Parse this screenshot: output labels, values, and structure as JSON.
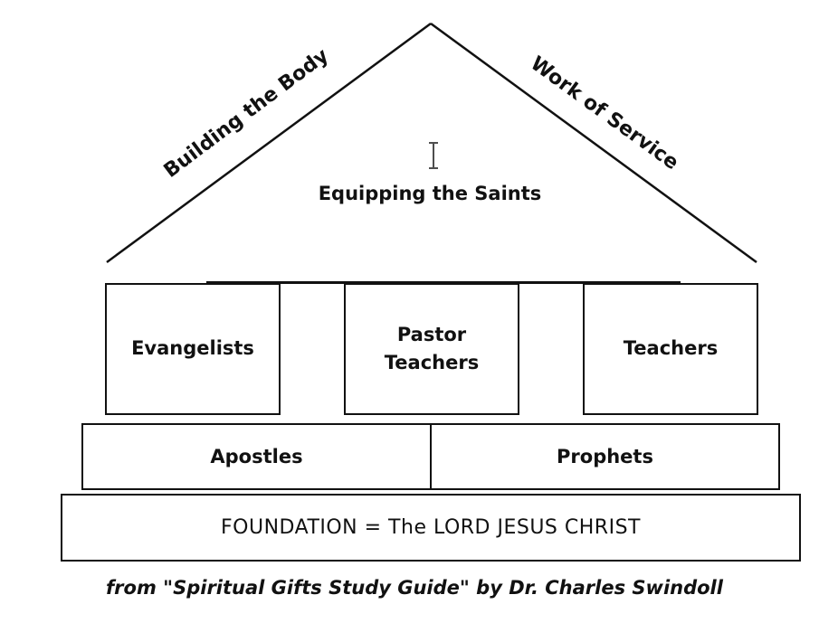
{
  "roof": {
    "left_slope": "Building the Body",
    "right_slope": "Work of Service",
    "center": "Equipping the Saints"
  },
  "columns": {
    "evangelists": "Evangelists",
    "pastor_line1": "Pastor",
    "pastor_line2": "Teachers",
    "teachers": "Teachers"
  },
  "tier": {
    "apostles": "Apostles",
    "prophets": "Prophets"
  },
  "foundation": "FOUNDATION = The LORD JESUS CHRIST",
  "credit": "from \"Spiritual Gifts Study Guide\" by Dr. Charles Swindoll",
  "icons": {
    "cursor": "text-cursor-icon"
  }
}
